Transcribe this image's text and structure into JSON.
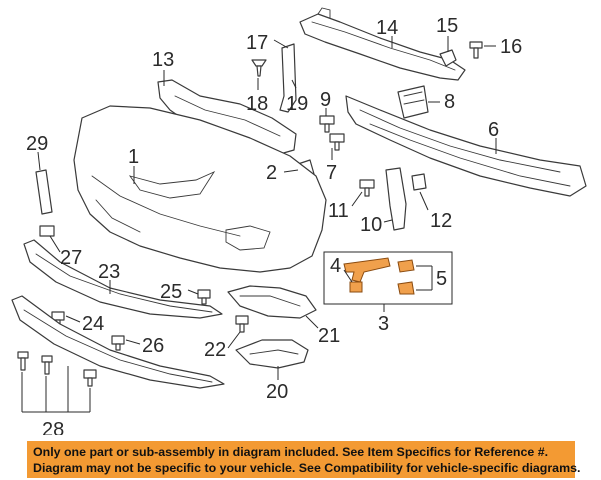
{
  "callouts": [
    "1",
    "2",
    "3",
    "4",
    "5",
    "6",
    "7",
    "8",
    "9",
    "10",
    "11",
    "12",
    "13",
    "14",
    "15",
    "16",
    "17",
    "18",
    "19",
    "20",
    "21",
    "22",
    "23",
    "24",
    "25",
    "26",
    "27",
    "28",
    "29"
  ],
  "notice": {
    "line1": "Only one part or sub-assembly in diagram included. See Item Specifics for Reference #.",
    "line2": "Diagram may not be specific to your vehicle. See Compatibility for vehicle-specific diagrams.",
    "background_color": "#f39a33"
  },
  "colors": {
    "highlight_parts": "#f0a04c",
    "line_art": "#3a3a3a"
  }
}
